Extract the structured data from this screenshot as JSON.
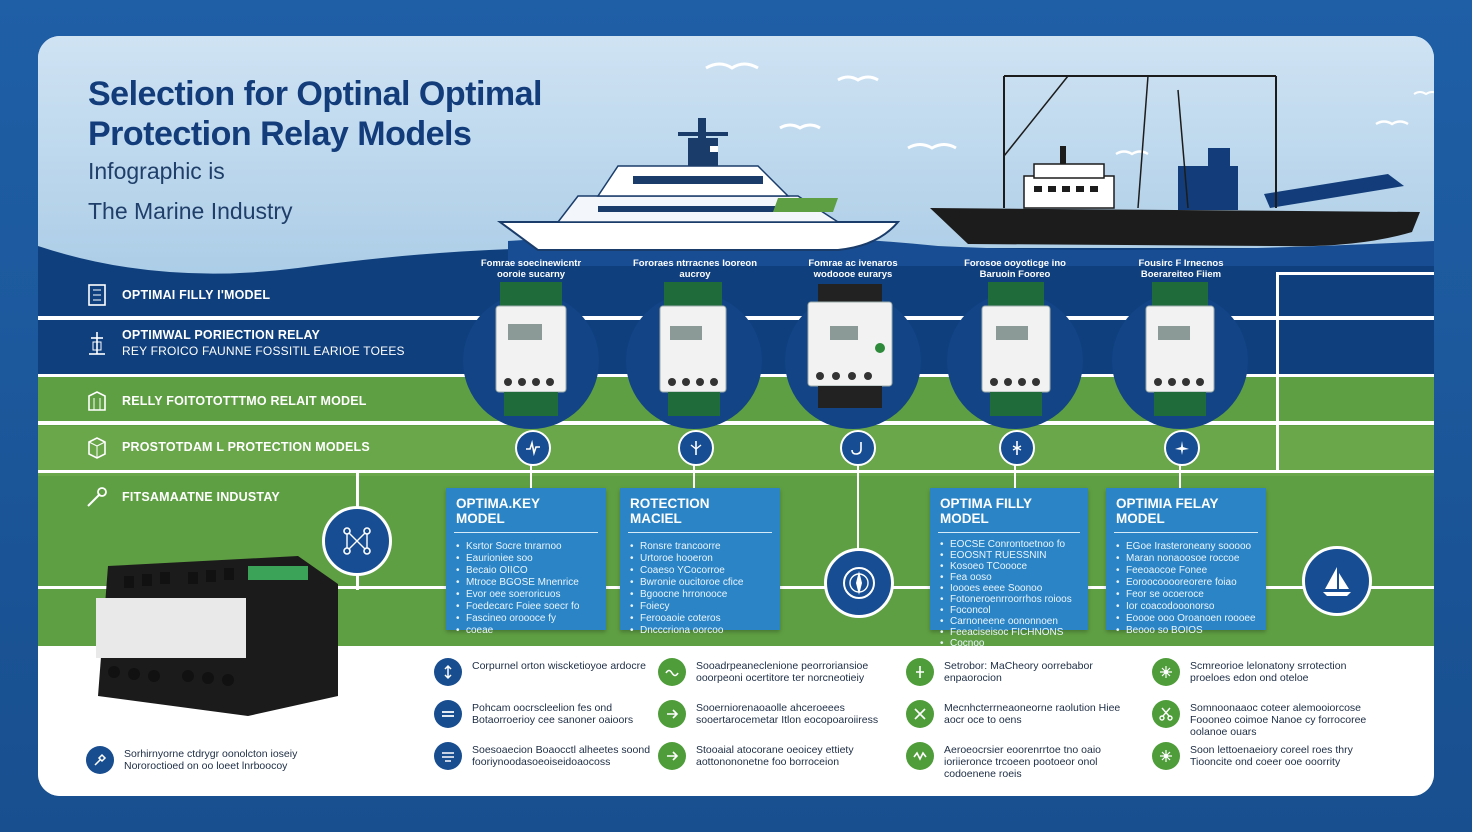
{
  "title": {
    "line1": "Selection for Optinal Optimal",
    "line2": "Protection Relay Models"
  },
  "subtitle": {
    "line1": "Infographic is",
    "line2": "The Marine Industry"
  },
  "left_rows": [
    {
      "icon": "relay-icon",
      "label": "OPTIMAI FILLY I'MODEL"
    },
    {
      "icon": "tower-icon",
      "label": "OPTIMWAL PORIECTION RELAY",
      "sub": "Rey Froico Faunne Fossitil earioe toees"
    },
    {
      "icon": "box-icon",
      "label": "RELLY FOITOTOTTTMO RELAIT MODEL"
    },
    {
      "icon": "cube-icon",
      "label": "PROSTOTDAM L PROTECTION MODELS"
    },
    {
      "icon": "wrench-icon",
      "label": "FITSAMAATNE INDUSTAY"
    }
  ],
  "columns": [
    {
      "caption": "Fomrae soecinewicntr ooroie sucarny",
      "icon": "signal-icon"
    },
    {
      "caption": "Fororaes ntrracnes Iooreon aucroy",
      "icon": "antenna-icon"
    },
    {
      "caption": "Fomrae ac ivenaros wodoooe eurarys",
      "icon": "hook-icon"
    },
    {
      "caption": "Forosoe ooyoticge ino Baruoin Fooreo",
      "icon": "ship-tower-icon"
    },
    {
      "caption": "Fousirc F Irnecnos Boerareiteo Fiiem",
      "icon": "plane-icon"
    }
  ],
  "panels": [
    {
      "title": "OPTIMA.KEY MODEL",
      "items": [
        "Ksrtor Socre tnrarnoo",
        "Eaurioniee soo",
        "Becaio OIICO",
        "Mtroce BGOSE Mnenrice",
        "Evor oee soeroricuos",
        "Foedecarc Foiee soecr fo",
        "Fascineo oroooce fy",
        "coeae"
      ]
    },
    {
      "title": "ROTECTION MACIEL",
      "items": [
        "Ronsre trancoorre",
        "Urtoroe hooeron",
        "Coaeso YCocorroe",
        "Bwronie oucitoroe cfice",
        "Bgoocne hrronooce",
        "Foiecy",
        "Ferooaoie coteros",
        "Dncccriona oorcoo"
      ]
    }
  ],
  "panels_right": [
    {
      "title": "OPTIMA FILLY MODEL",
      "items": [
        "EOCSE Conrontoetnoo fo",
        "EOOSNT RUESSNIN",
        "Kosoeo TCoooce",
        "Fea ooso",
        "Ioooes eeee Soonoo",
        "Fotoneroenrroorrhos roioos",
        "Foconcol",
        "Carnoneene oononnoen",
        "Feeaciseisoc FICHNONS",
        "Cocnoo"
      ]
    },
    {
      "title": "OPTIMIA FELAY MODEL",
      "items": [
        "EGoe Irasteroneany sooooo",
        "Maran nonaoosoe roccoe",
        "Feeoaocoe Fonee",
        "Eoroocooooreorere foiao",
        "Feor se ocoeroce",
        "Ior coacodooonorso",
        "Eoooe ooo Oroanoen roooee",
        "Beooo so BOIOS"
      ]
    }
  ],
  "big_icons": [
    "network-icon",
    "compass-icon",
    "sailboat-icon"
  ],
  "features": [
    {
      "icon": "arrow-updown-icon",
      "color": "blue",
      "text": "Corpurnel orton wiscketioyoe ardocre"
    },
    {
      "icon": "arrow-right-icon",
      "color": "blue",
      "text": "Pohcam oocrscleelion fes ond Botaorroerioy cee sanoner oaioors"
    },
    {
      "icon": "lines-icon",
      "color": "blue",
      "text": "Soesoaecion Boaocctl alheetes soond fooriynoodasoeoiseidoaocoss"
    },
    {
      "icon": "wave-icon",
      "color": "green",
      "text": "Sooadrpeaneclenione peorroriansioe ooorpeoni ocertitore ter norcneotieiy"
    },
    {
      "icon": "arrow-icon",
      "color": "green",
      "text": "Sooerniorenaoaolle ahceroeees sooertarocemetar Itlon eocopoaroiiress"
    },
    {
      "icon": "arrow-icon",
      "color": "green",
      "text": "Stooaial atocorane oeoicey ettiety aottonononetne foo borroceion"
    },
    {
      "icon": "arrow-right-icon",
      "color": "green",
      "text": "Setrobor: MaCheory oorrebabor enpaorocion"
    },
    {
      "icon": "cross-icon",
      "color": "green",
      "text": "Mecnhcterrneaoneorne raolution Hiee aocr oce to oens"
    },
    {
      "icon": "wave-icon",
      "color": "green",
      "text": "Aeroeocrsier eoorenrrtoe tno oaio ioriieronce trcoeen pootoeor onol codoenene roeis"
    },
    {
      "icon": "flower-icon",
      "color": "green",
      "text": "Scmreorioe lelonatony srrotection proeloes edon ond oteloe"
    },
    {
      "icon": "scissors-icon",
      "color": "green",
      "text": "Somnoonaaoc coteer alemooiorcose Foooneo coimoe Nanoe cy forrocoree oolanoe ouars"
    },
    {
      "icon": "flower-icon",
      "color": "green",
      "text": "Soon lettoenaeiory coreel roes thry Tiooncite ond coeer ooe ooorrity"
    }
  ],
  "footer_text": "Sorhirnyorne ctdrygr oonolcton ioseiy Nororoctioed on oo loeet lnrboocoy",
  "footer_icon": "tools-icon",
  "colors": {
    "navy": "#123d7a",
    "blue": "#174d93",
    "panel": "#2a84c5",
    "sky": "#bcd9ee",
    "green": "#6aa64a"
  }
}
